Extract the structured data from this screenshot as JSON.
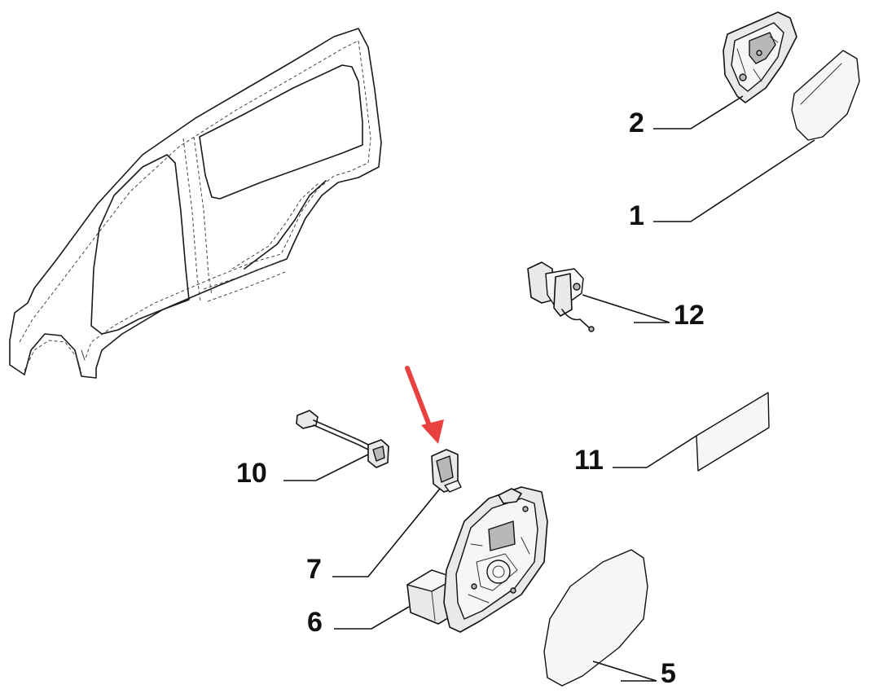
{
  "callouts": [
    {
      "id": "1",
      "label": "1"
    },
    {
      "id": "2",
      "label": "2"
    },
    {
      "id": "5",
      "label": "5"
    },
    {
      "id": "6",
      "label": "6"
    },
    {
      "id": "7",
      "label": "7"
    },
    {
      "id": "10",
      "label": "10"
    },
    {
      "id": "11",
      "label": "11"
    },
    {
      "id": "12",
      "label": "12"
    }
  ],
  "colors": {
    "line": "#1a1a1a",
    "part_fill": "#e9e9e9",
    "arrow": "#e8413f"
  },
  "highlighted_part": "7"
}
